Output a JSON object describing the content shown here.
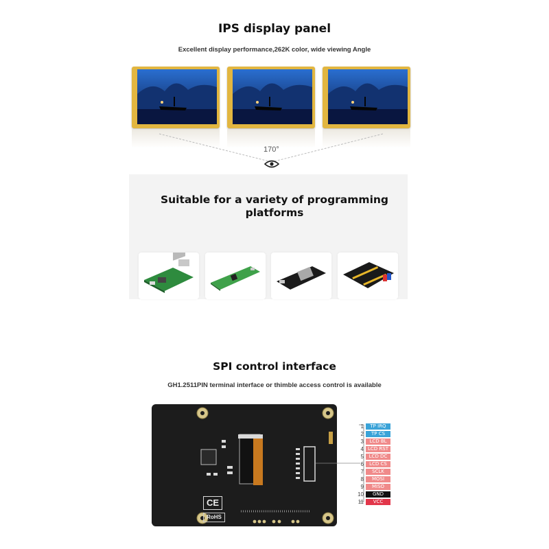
{
  "section1": {
    "title": "IPS display panel",
    "subtitle": "Excellent display performance,262K color, wide viewing Angle",
    "angle": "170°"
  },
  "section2": {
    "title_line1": "Suitable for a variety of programming",
    "title_line2": "platforms",
    "boards": [
      "raspberry-pi-board",
      "pico-board",
      "esp32-board",
      "arduino-board"
    ]
  },
  "section3": {
    "title": "SPI control interface",
    "subtitle": "GH1.2511PIN terminal interface or thimble access control is available",
    "board_marks": {
      "ce": "CE",
      "rohs": "RoHS"
    },
    "pins": [
      {
        "num": "1",
        "label": "TP IRQ",
        "color": "#3aa3d8"
      },
      {
        "num": "2",
        "label": "TP CS",
        "color": "#3aa3d8"
      },
      {
        "num": "3",
        "label": "LCD BL",
        "color": "#f08a8a"
      },
      {
        "num": "4",
        "label": "LCD RST",
        "color": "#f08a8a"
      },
      {
        "num": "5",
        "label": "LCD DC",
        "color": "#f08a8a"
      },
      {
        "num": "6",
        "label": "LCD CS",
        "color": "#f08a8a"
      },
      {
        "num": "7",
        "label": "SCLK",
        "color": "#f08a8a"
      },
      {
        "num": "8",
        "label": "MOSI",
        "color": "#f08a8a"
      },
      {
        "num": "9",
        "label": "MISO",
        "color": "#f08a8a"
      },
      {
        "num": "10",
        "label": "GND",
        "color": "#111111"
      },
      {
        "num": "11",
        "label": "VCC",
        "color": "#e2364a"
      }
    ]
  }
}
